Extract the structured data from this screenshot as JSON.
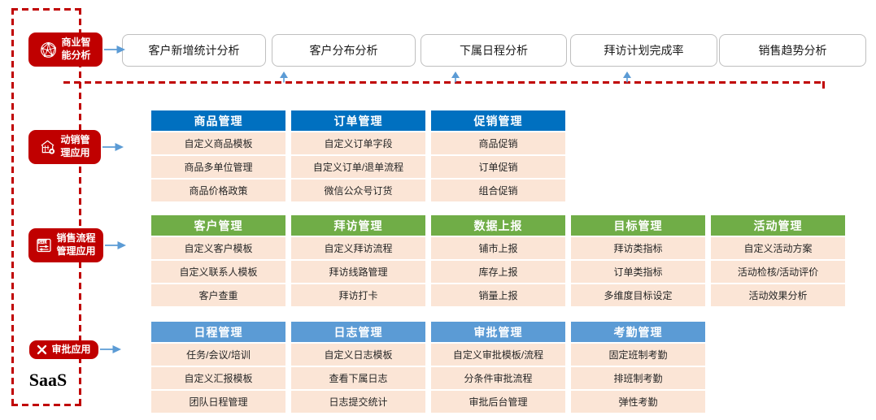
{
  "palette": {
    "accent_red": "#C00000",
    "blue_header": "#0070C0",
    "green_header": "#70AD47",
    "light_blue_header": "#5B9BD5",
    "cell_bg": "#FBE5D6",
    "arrow_blue": "#5B9BD5",
    "box_border": "#BFBFBF"
  },
  "platform_label": "SaaS",
  "analysis_row": {
    "items": [
      "客户新增统计分析",
      "客户分布分析",
      "下属日程分析",
      "拜访计划完成率",
      "销售趋势分析"
    ]
  },
  "side_labels": [
    {
      "label": "商业智\n能分析",
      "icon": "network-icon"
    },
    {
      "label": "动销管\n理应用",
      "icon": "store-icon"
    },
    {
      "label": "销售流程\n管理应用",
      "icon": "sale-icon"
    },
    {
      "label": "审批应用",
      "icon": "crossed-tools-icon"
    }
  ],
  "groups": [
    {
      "header_color": "#0070C0",
      "columns": [
        {
          "header": "商品管理",
          "items": [
            "自定义商品模板",
            "商品多单位管理",
            "商品价格政策"
          ]
        },
        {
          "header": "订单管理",
          "items": [
            "自定义订单字段",
            "自定义订单/退单流程",
            "微信公众号订货"
          ]
        },
        {
          "header": "促销管理",
          "items": [
            "商品促销",
            "订单促销",
            "组合促销"
          ]
        }
      ]
    },
    {
      "header_color": "#70AD47",
      "columns": [
        {
          "header": "客户管理",
          "items": [
            "自定义客户模板",
            "自定义联系人模板",
            "客户查重"
          ]
        },
        {
          "header": "拜访管理",
          "items": [
            "自定义拜访流程",
            "拜访线路管理",
            "拜访打卡"
          ]
        },
        {
          "header": "数据上报",
          "items": [
            "铺市上报",
            "库存上报",
            "销量上报"
          ]
        },
        {
          "header": "目标管理",
          "items": [
            "拜访类指标",
            "订单类指标",
            "多维度目标设定"
          ]
        },
        {
          "header": "活动管理",
          "items": [
            "自定义活动方案",
            "活动检核/活动评价",
            "活动效果分析"
          ]
        }
      ]
    },
    {
      "header_color": "#5B9BD5",
      "columns": [
        {
          "header": "日程管理",
          "items": [
            "任务/会议/培训",
            "自定义汇报模板",
            "团队日程管理"
          ]
        },
        {
          "header": "日志管理",
          "items": [
            "自定义日志模板",
            "查看下属日志",
            "日志提交统计"
          ]
        },
        {
          "header": "审批管理",
          "items": [
            "自定义审批模板/流程",
            "分条件审批流程",
            "审批后台管理"
          ]
        },
        {
          "header": "考勤管理",
          "items": [
            "固定班制考勤",
            "排班制考勤",
            "弹性考勤"
          ]
        }
      ]
    }
  ]
}
